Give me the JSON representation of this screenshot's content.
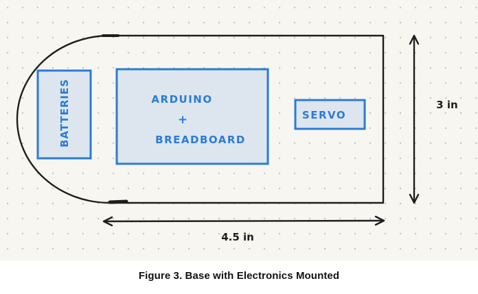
{
  "diagram": {
    "base_label": "",
    "components": {
      "batteries": "BATTERIES",
      "arduino_line1": "ARDUINO",
      "arduino_plus": "+",
      "arduino_line2": "BREADBOARD",
      "servo": "SERVO"
    },
    "dimensions": {
      "width": "4.5 in",
      "height": "3 in"
    },
    "colors": {
      "paper": "#f7f6f1",
      "grid_dot": "#c9c7bd",
      "outline": "#1e1e1e",
      "component_stroke": "#2b7bd6",
      "component_fill": "#dde6ee",
      "component_text": "#2b7bd6"
    }
  },
  "caption": "Figure 3. Base with Electronics Mounted"
}
